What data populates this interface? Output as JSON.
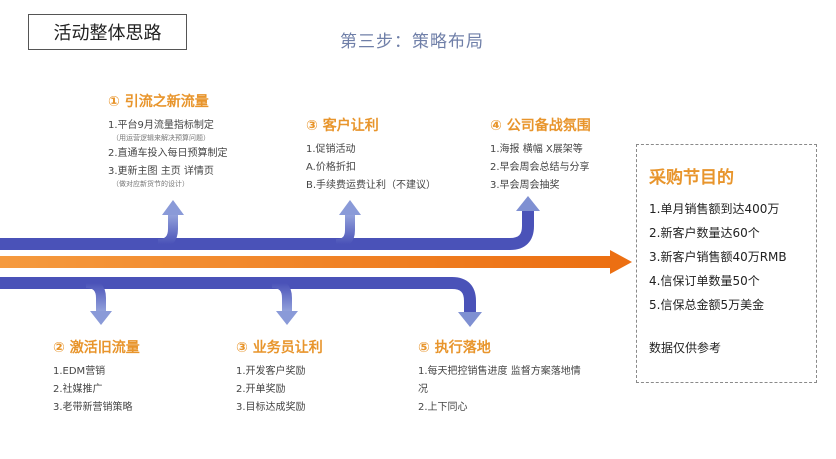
{
  "title": "活动整体思路",
  "subtitle": "第三步：策略布局",
  "blocks": {
    "b1": {
      "heading": "① 引流之新流量",
      "items": [
        {
          "text": "1.平台9月流量指标制定",
          "note": "（用运营逻辑来解决预算问题）"
        },
        {
          "text": "2.直通车投入每日预算制定",
          "note": ""
        },
        {
          "text": "3.更新主图 主页 详情页",
          "note": "（做对应新货节的设计）"
        }
      ]
    },
    "b3": {
      "heading": "③ 客户让利",
      "items": [
        {
          "text": "1.促销活动",
          "note": ""
        },
        {
          "text": "A.价格折扣",
          "note": ""
        },
        {
          "text": "B.手续费运费让利（不建议）",
          "note": ""
        }
      ]
    },
    "b4": {
      "heading": "④ 公司备战氛围",
      "items": [
        {
          "text": "1.海报 横幅 X展架等",
          "note": ""
        },
        {
          "text": "2.早会周会总结与分享",
          "note": ""
        },
        {
          "text": "3.早会周会抽奖",
          "note": ""
        }
      ]
    },
    "b2": {
      "heading": "② 激活旧流量",
      "items": [
        {
          "text": "1.EDM营销",
          "note": ""
        },
        {
          "text": "2.社媒推广",
          "note": ""
        },
        {
          "text": "3.老带新营销策略",
          "note": ""
        }
      ]
    },
    "b3b": {
      "heading": "③ 业务员让利",
      "items": [
        {
          "text": "1.开发客户奖励",
          "note": ""
        },
        {
          "text": "2.开单奖励",
          "note": ""
        },
        {
          "text": "3.目标达成奖励",
          "note": ""
        }
      ]
    },
    "b5": {
      "heading": "⑤ 执行落地",
      "items": [
        {
          "text": "1.每天把控销售进度 监督方案落地情况",
          "note": ""
        },
        {
          "text": "2.上下同心",
          "note": ""
        }
      ]
    }
  },
  "goal": {
    "heading": "采购节目的",
    "items": [
      "1.单月销售额到达400万",
      "2.新客户数量达60个",
      "3.新客户销售额40万RMB",
      "4.信保订单数量50个",
      "5.信保总金额5万美金"
    ],
    "note": "数据仅供参考"
  },
  "colors": {
    "accent": "#e8952c",
    "arrow_orange": "#ef7b1c",
    "arrow_blue_dark": "#4a52b8",
    "arrow_blue_light": "#8a9ad8",
    "subtitle": "#6f7fa8"
  }
}
